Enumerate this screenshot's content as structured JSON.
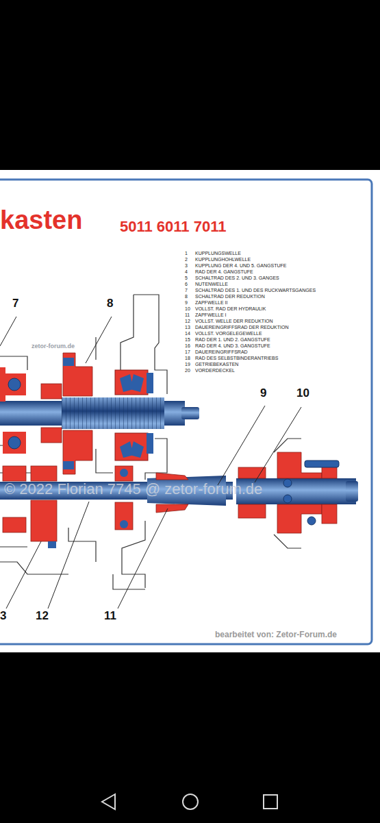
{
  "diagram": {
    "title": "kasten",
    "labels": [
      "5011 6011 7011",
      "1",
      "KUPPLUNGSWELLE",
      "2",
      "KUPPLUNGHOHLWELLE",
      "3",
      "KUPPLUNG DER 4. UND 5. GANGSTUFE",
      "4",
      "RAD DER 4. GANGSTUFE",
      "5",
      "SCHALTRAD DES 2. UND 3. GANGES",
      "6",
      "NUTENWELLE",
      "7",
      "SCHALTRAD DES 1. UND DES RUCKWARTSGANGES",
      "8",
      "SCHALTRAD DER REDUKTION",
      "9",
      "ZAPFWELLE II",
      "10",
      "VOLLST. RAD DER HYDRAULIK",
      "11",
      "ZAPFWELLE I",
      "12",
      "VOLLST. WELLE DER REDUKTION",
      "13",
      "DAUEREINGRIFFSRAD DER REDUKTION",
      "14",
      "VOLLST. VORGELEGEWELLE",
      "15",
      "RAD DER 1. UND 2. GANGSTUFE",
      "16",
      "RAD DER 4. UND 3. GANGSTUFE",
      "17",
      "DAUEREINGRIFFSRAD",
      "18",
      "RAD DES SELBSTBINDERANTRIEBS",
      "19",
      "GETRIEBEKASTEN",
      "20",
      "VORDERDECKEL",
      "7",
      "8",
      "9",
      "10",
      "3",
      "12",
      "11",
      "zetor-forum.de",
      "© 2022 Florian 7745 @ zetor-forum.de",
      "bearbeitet von: Zetor-Forum.de"
    ]
  }
}
